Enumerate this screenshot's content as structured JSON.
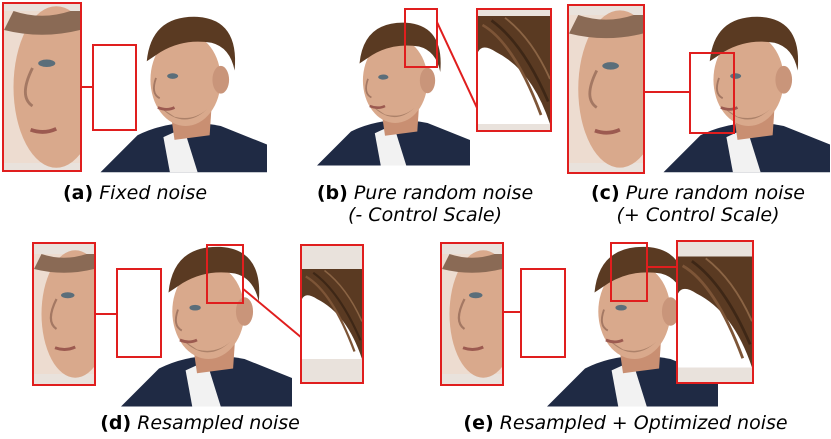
{
  "panels": [
    {
      "tag": "(a)",
      "text": "Fixed noise",
      "line2": ""
    },
    {
      "tag": "(b)",
      "text": "Pure random noise",
      "line2": "(- Control Scale)"
    },
    {
      "tag": "(c)",
      "text": "Pure random noise",
      "line2": "(+ Control Scale)"
    },
    {
      "tag": "(d)",
      "text": "Resampled noise",
      "line2": ""
    },
    {
      "tag": "(e)",
      "text": "Resampled + Optimized noise",
      "line2": ""
    }
  ],
  "colors": {
    "highlight": "#e01e1e",
    "hair": "#5a3a22",
    "skin": "#d9a98c",
    "suit": "#1f2a44"
  }
}
